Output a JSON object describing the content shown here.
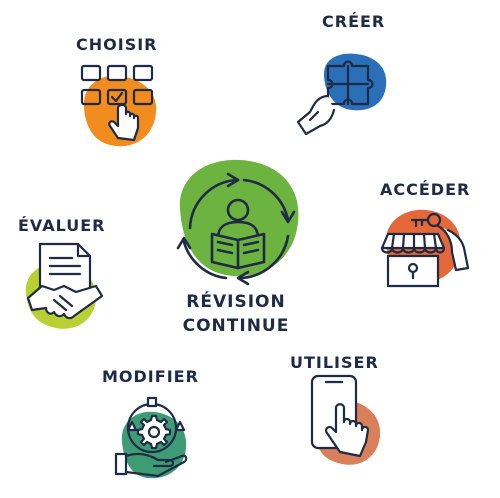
{
  "center": {
    "line1": "RÉVISION",
    "line2": "CONTINUE",
    "color": "#6cb33f",
    "icon": "person-reading-book-cycle-icon"
  },
  "nodes": [
    {
      "key": "choisir",
      "label": "CHOISIR",
      "color": "#f28c1e",
      "icon": "grid-selection-hand-icon"
    },
    {
      "key": "creer",
      "label": "CRÉER",
      "color": "#2a6fb8",
      "icon": "puzzle-hand-icon"
    },
    {
      "key": "acceder",
      "label": "ACCÉDER",
      "color": "#e5683a",
      "icon": "storefront-key-icon"
    },
    {
      "key": "evaluer",
      "label": "ÉVALUER",
      "color": "#b8d032",
      "icon": "document-handshake-icon"
    },
    {
      "key": "modifier",
      "label": "MODIFIER",
      "color": "#3d9c74",
      "icon": "gear-hand-icon"
    },
    {
      "key": "utiliser",
      "label": "UTILISER",
      "color": "#d9805a",
      "icon": "phone-touch-icon"
    }
  ],
  "text_color": "#1f2a44"
}
